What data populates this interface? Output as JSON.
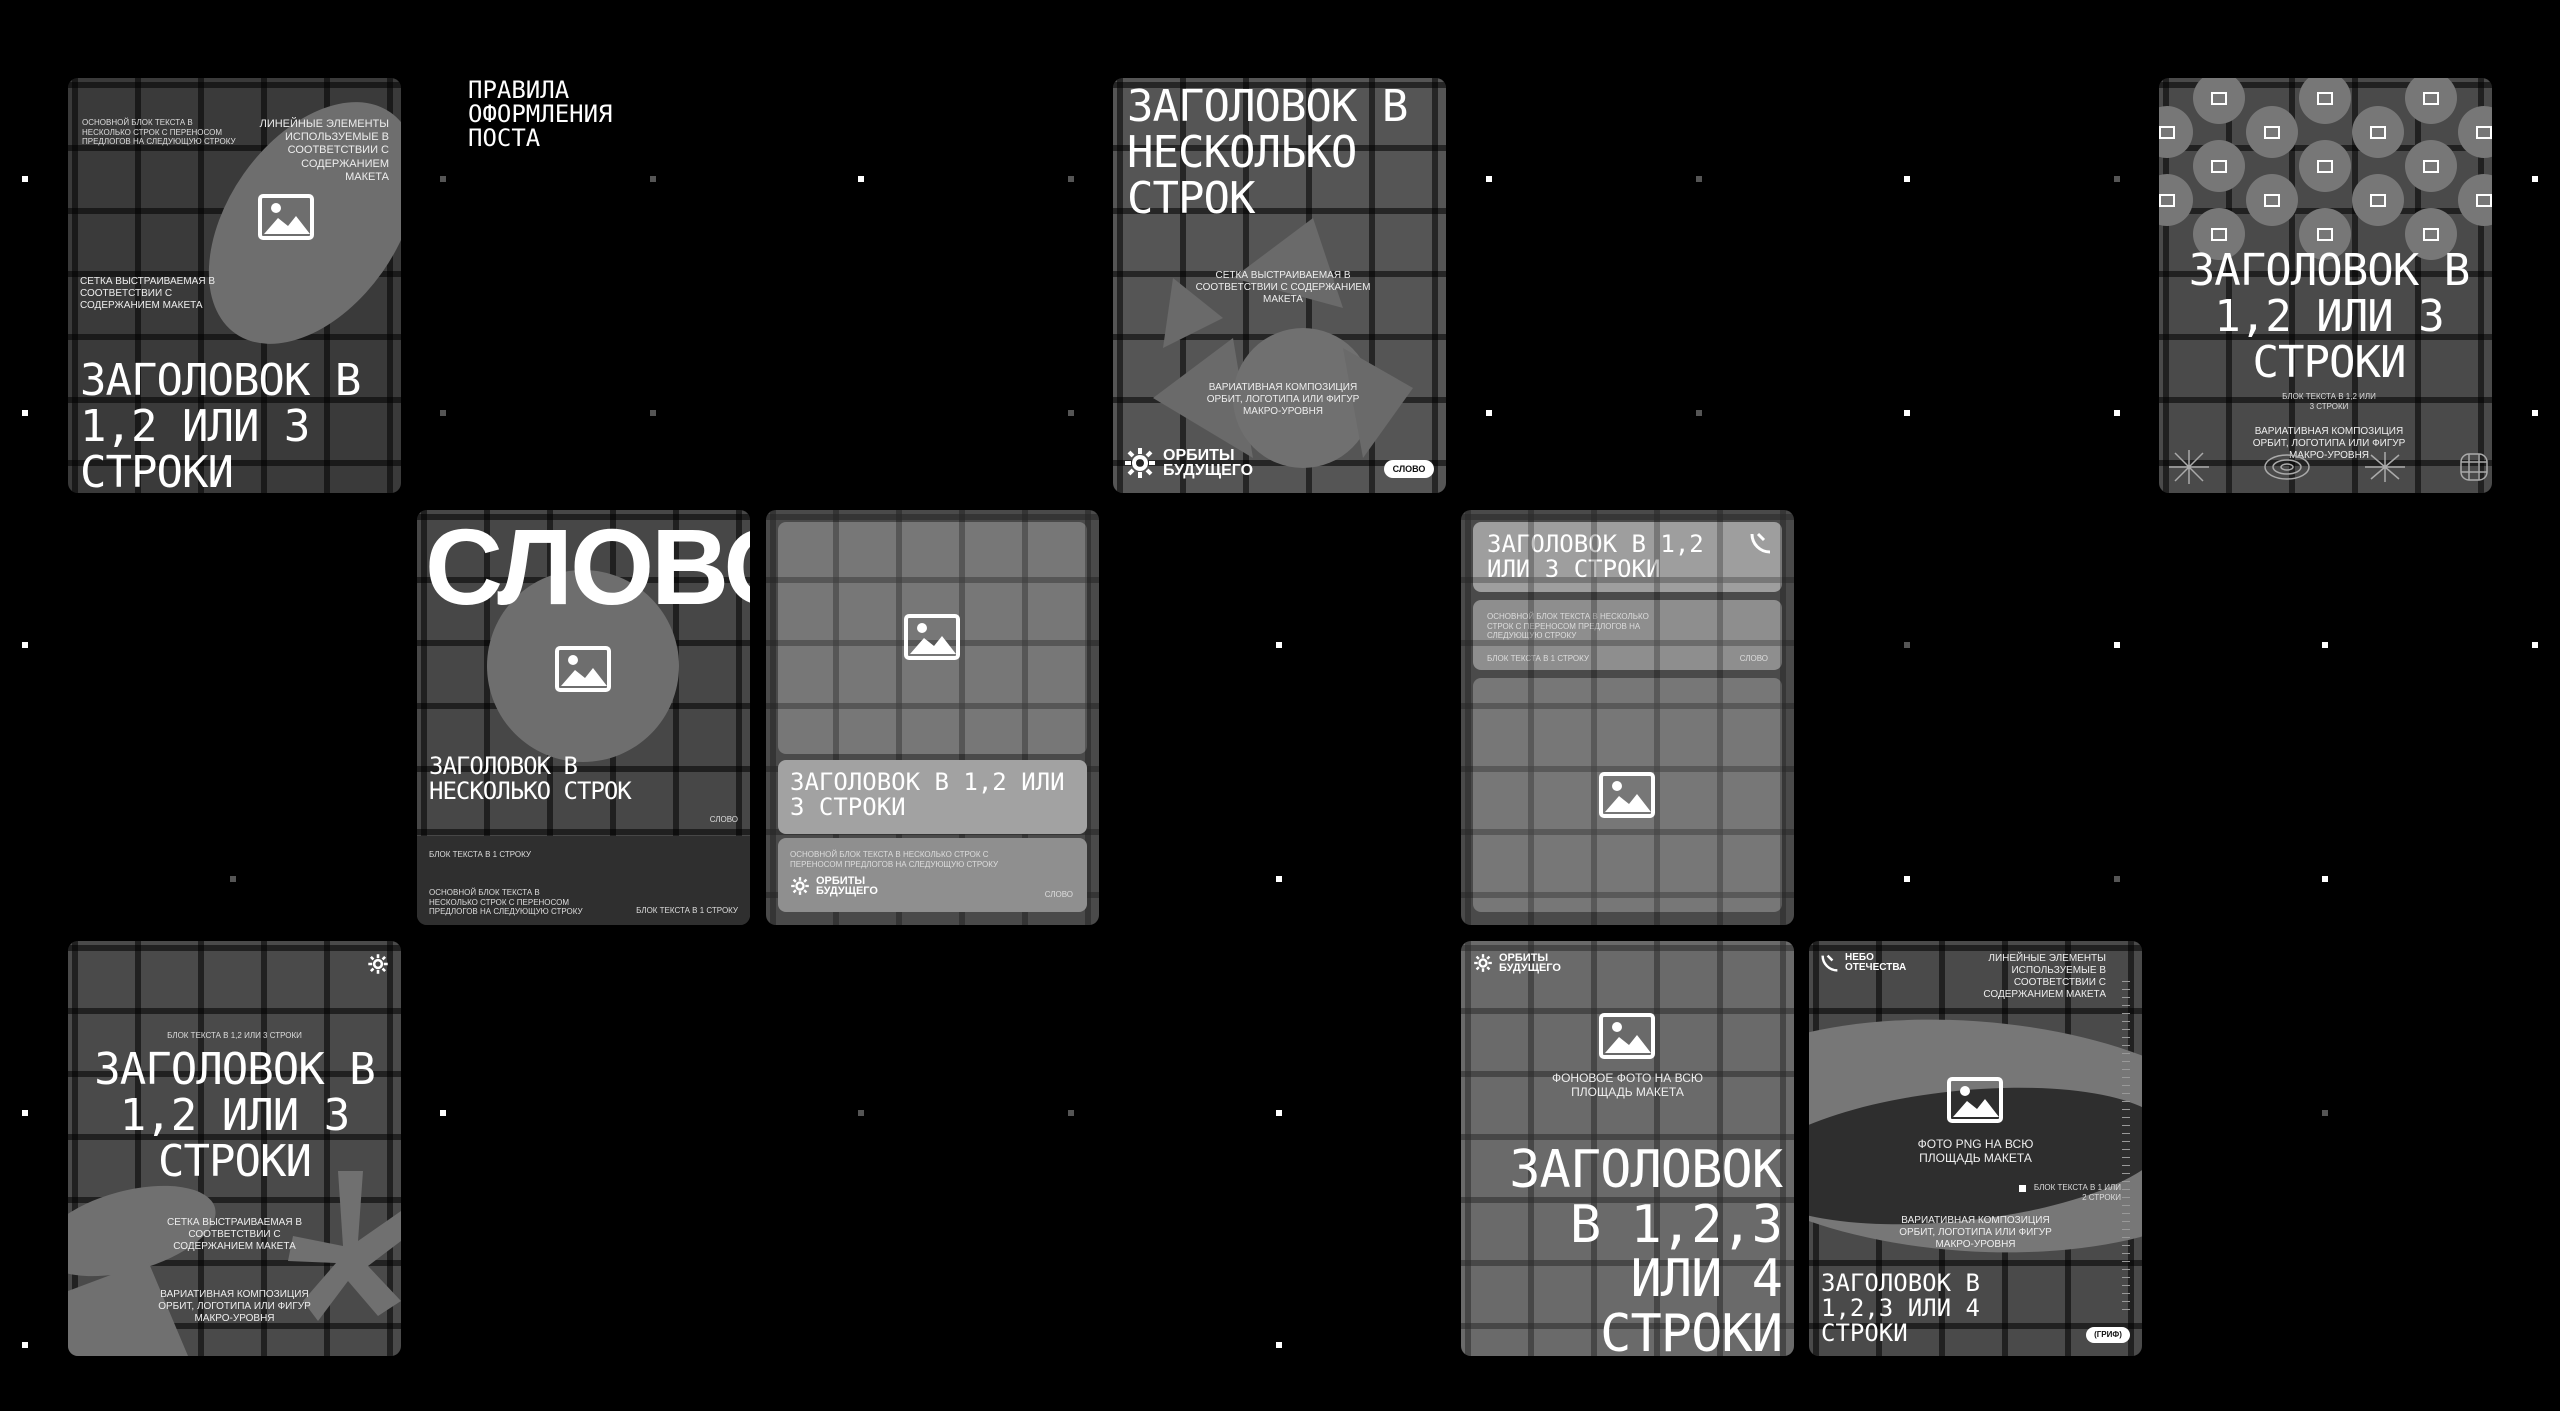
{
  "page_title": "ПРАВИЛА\nОФОРМЛЕНИЯ\nПОСТА",
  "cards": {
    "c1": {
      "body": "ОСНОВНОЙ БЛОК ТЕКСТА В НЕСКОЛЬКО СТРОК С ПЕРЕНОСОМ ПРЕДЛОГОВ НА СЛЕДУЮЩУЮ СТРОКУ",
      "linear": "ЛИНЕЙНЫЕ ЭЛЕМЕНТЫ ИСПОЛЬЗУЕМЫЕ В СООТВЕТСТВИИ С СОДЕРЖАНИЕМ МАКЕТА",
      "grid": "СЕТКА ВЫСТРАИВАЕМАЯ В СООТВЕТСТВИИ С СОДЕРЖАНИЕМ МАКЕТА",
      "heading": "ЗАГОЛОВОК В 1,2 ИЛИ 3 СТРОКИ"
    },
    "c2": {
      "heading": "ЗАГОЛОВОК В НЕСКОЛЬКО СТРОК",
      "grid": "СЕТКА ВЫСТРАИВАЕМАЯ В СООТВЕТСТВИИ С СОДЕРЖАНИЕМ МАКЕТА",
      "variative": "ВАРИАТИВНАЯ КОМПОЗИЦИЯ ОРБИТ, ЛОГОТИПА ИЛИ ФИГУР МАКРО-УРОВНЯ",
      "logo": "ОРБИТЫ БУДУЩЕГО",
      "pill": "СЛОВО"
    },
    "c3": {
      "heading": "ЗАГОЛОВОК В 1,2 ИЛИ 3 СТРОКИ",
      "block": "БЛОК ТЕКСТА В 1,2 ИЛИ 3 СТРОКИ",
      "variative": "ВАРИАТИВНАЯ КОМПОЗИЦИЯ ОРБИТ, ЛОГОТИПА ИЛИ ФИГУР МАКРО-УРОВНЯ"
    },
    "c4": {
      "word": "СЛОВО",
      "heading": "ЗАГОЛОВОК В НЕСКОЛЬКО СТРОК",
      "word_small": "СЛОВО",
      "block1": "БЛОК ТЕКСТА В 1 СТРОКУ",
      "body": "ОСНОВНОЙ БЛОК ТЕКСТА В НЕСКОЛЬКО СТРОК С ПЕРЕНОСОМ ПРЕДЛОГОВ НА СЛЕДУЮЩУЮ СТРОКУ",
      "block2": "БЛОК ТЕКСТА В 1 СТРОКУ"
    },
    "c5": {
      "heading": "ЗАГОЛОВОК В 1,2 ИЛИ 3 СТРОКИ",
      "body": "ОСНОВНОЙ БЛОК ТЕКСТА В НЕСКОЛЬКО СТРОК С ПЕРЕНОСОМ ПРЕДЛОГОВ НА СЛЕДУЮЩУЮ СТРОКУ",
      "logo": "ОРБИТЫ БУДУЩЕГО",
      "word": "СЛОВО"
    },
    "c6": {
      "heading": "ЗАГОЛОВОК В 1,2 ИЛИ 3 СТРОКИ",
      "body": "ОСНОВНОЙ БЛОК ТЕКСТА В НЕСКОЛЬКО СТРОК С ПЕРЕНОСОМ ПРЕДЛОГОВ НА СЛЕДУЮЩУЮ СТРОКУ",
      "block": "БЛОК ТЕКСТА В 1 СТРОКУ",
      "word": "СЛОВО"
    },
    "c7": {
      "block": "БЛОК ТЕКСТА В 1,2 ИЛИ 3 СТРОКИ",
      "heading": "ЗАГОЛОВОК В 1,2 ИЛИ 3 СТРОКИ",
      "grid": "СЕТКА ВЫСТРАИВАЕМАЯ В СООТВЕТСТВИИ С СОДЕРЖАНИЕМ МАКЕТА",
      "variative": "ВАРИАТИВНАЯ КОМПОЗИЦИЯ ОРБИТ, ЛОГОТИПА ИЛИ ФИГУР МАКРО-УРОВНЯ"
    },
    "c8": {
      "logo": "ОРБИТЫ БУДУЩЕГО",
      "photo": "ФОНОВОЕ ФОТО НА ВСЮ ПЛОЩАДЬ МАКЕТА",
      "heading": "ЗАГОЛОВОК В 1,2,3 ИЛИ 4 СТРОКИ"
    },
    "c9": {
      "logo": "НЕБО ОТЕЧЕСТВА",
      "linear": "ЛИНЕЙНЫЕ ЭЛЕМЕНТЫ ИСПОЛЬЗУЕМЫЕ В СООТВЕТСТВИИ С СОДЕРЖАНИЕМ МАКЕТА",
      "photo": "ФОТО PNG НА ВСЮ ПЛОЩАДЬ МАКЕТА",
      "block": "БЛОК ТЕКСТА В 1 ИЛИ 2 СТРОКИ",
      "variative": "ВАРИАТИВНАЯ КОМПОЗИЦИЯ ОРБИТ, ЛОГОТИПА ИЛИ ФИГУР МАКРО-УРОВНЯ",
      "heading": "ЗАГОЛОВОК В 1,2,3 ИЛИ 4 СТРОКИ",
      "pill": "(ГРИФ)"
    }
  }
}
